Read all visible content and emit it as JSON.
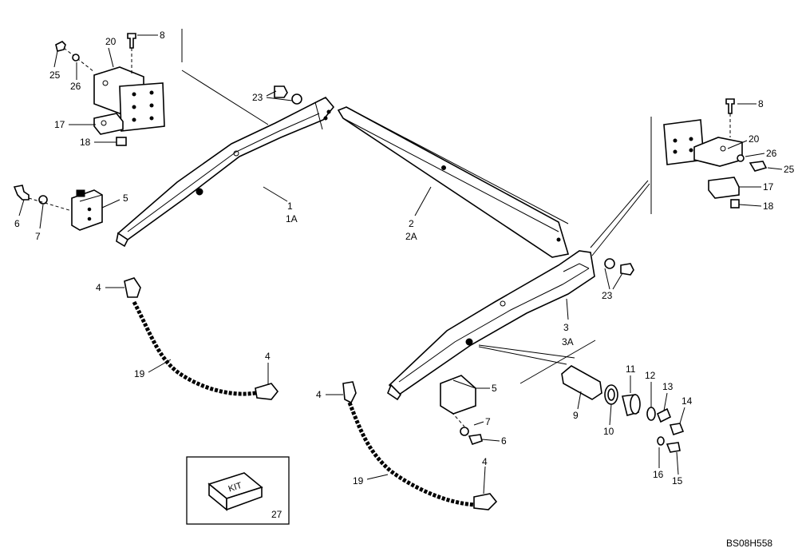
{
  "diagram": {
    "drawing_code": "BS08H558",
    "callouts": {
      "c1": "1",
      "c1a": "1A",
      "c2": "2",
      "c2a": "2A",
      "c3": "3",
      "c3a": "3A",
      "c4a": "4",
      "c4b": "4",
      "c4c": "4",
      "c4d": "4",
      "c5a": "5",
      "c5b": "5",
      "c6a": "6",
      "c6b": "6",
      "c7a": "7",
      "c7b": "7",
      "c8a": "8",
      "c8b": "8",
      "c9": "9",
      "c10": "10",
      "c11": "11",
      "c12": "12",
      "c13": "13",
      "c14": "14",
      "c15": "15",
      "c16": "16",
      "c17a": "17",
      "c17b": "17",
      "c18a": "18",
      "c18b": "18",
      "c19a": "19",
      "c19b": "19",
      "c20a": "20",
      "c20b": "20",
      "c23a": "23",
      "c23b": "23",
      "c25a": "25",
      "c25b": "25",
      "c26a": "26",
      "c26b": "26",
      "c27": "27"
    },
    "kit_label": "KIT"
  }
}
